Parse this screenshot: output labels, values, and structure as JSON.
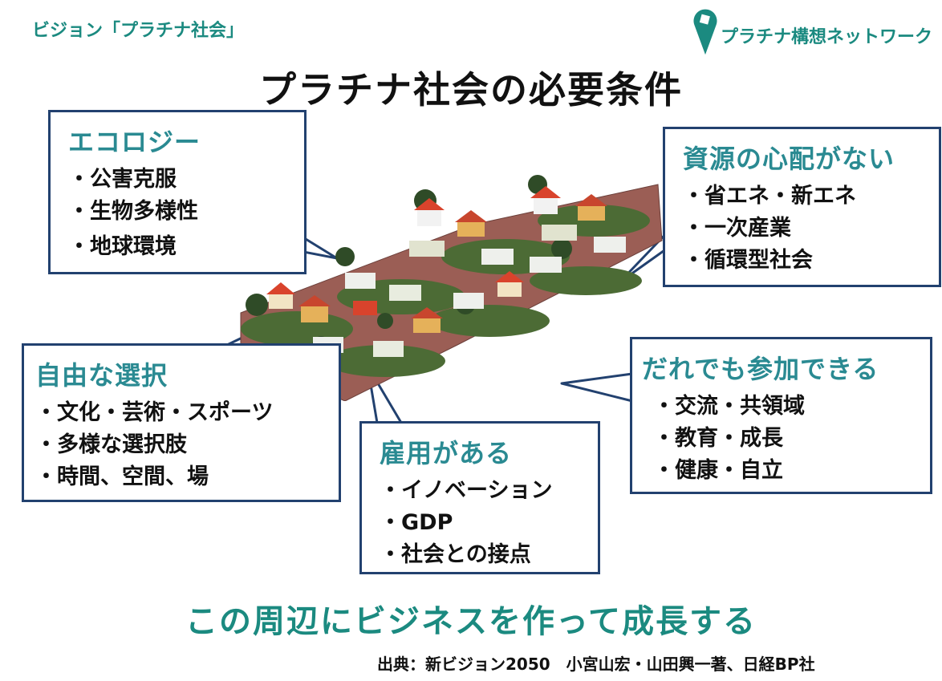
{
  "header": {
    "vision": "ビジョン「プラチナ社会」",
    "brand_name": "プラチナ構想ネットワーク",
    "title": "プラチナ社会の必要条件"
  },
  "illustration": {
    "icon": "isometric-town-illustration"
  },
  "boxes": {
    "ecology": {
      "heading": "エコロジー",
      "items": [
        "公害克服",
        "生物多様性",
        "地球環境"
      ]
    },
    "resources": {
      "heading": "資源の心配がない",
      "items": [
        "省エネ・新エネ",
        "一次産業",
        "循環型社会"
      ]
    },
    "freedom": {
      "heading": "自由な選択",
      "items": [
        "文化・芸術・スポーツ",
        "多様な選択肢",
        "時間、空間、場"
      ]
    },
    "employment": {
      "heading": "雇用がある",
      "items": [
        "イノベーション",
        "GDP",
        "社会との接点"
      ]
    },
    "participation": {
      "heading": "だれでも参加できる",
      "items": [
        "交流・共領域",
        "教育・成長",
        "健康・自立"
      ]
    }
  },
  "footer": {
    "message": "この周辺にビジネスを作って成長する",
    "source": "出典：新ビジョン2050　小宮山宏・山田興一著、日経BP社"
  },
  "colors": {
    "accent": "#1b8a80",
    "heading": "#2a8a92",
    "border": "#22416f"
  }
}
